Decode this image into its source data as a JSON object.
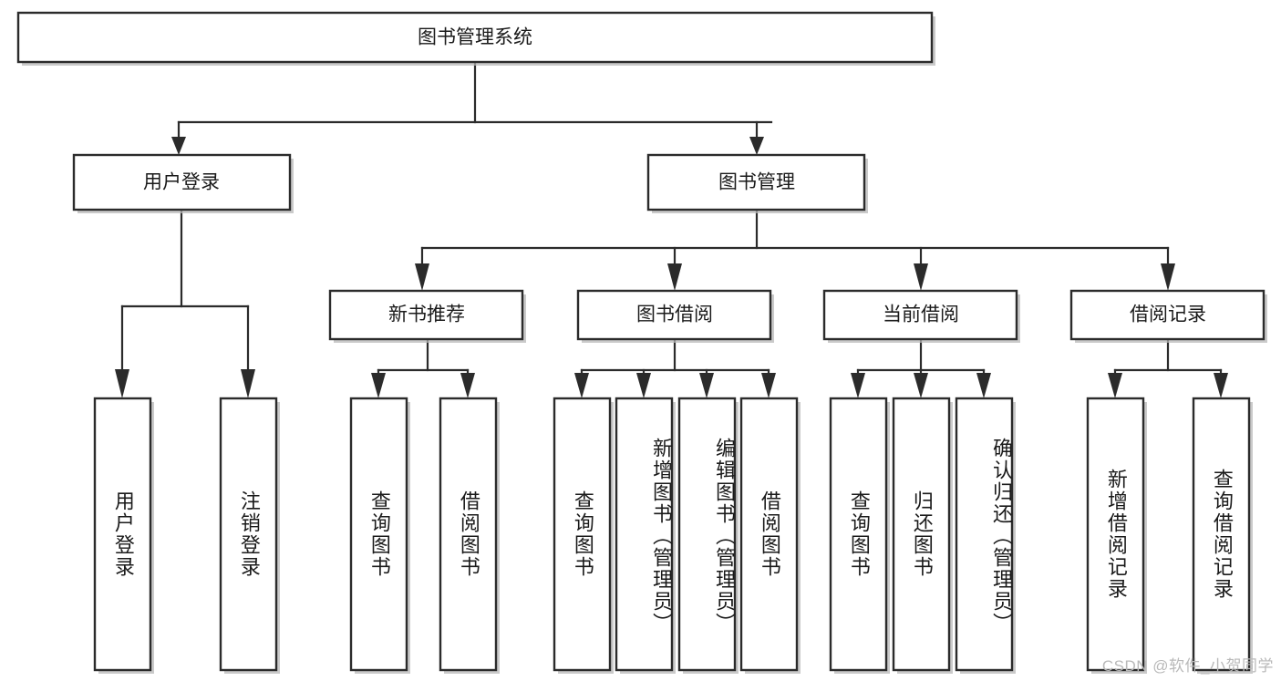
{
  "diagram": {
    "type": "tree",
    "title": "图书管理系统",
    "orientation": "top-down",
    "colors": {
      "box_fill": "#ffffff",
      "box_stroke": "#2b2b2b",
      "link": "#2b2b2b",
      "text": "#1a1a1a",
      "shadow": "#b8b8b8",
      "watermark": "#b9b9b9"
    },
    "root": {
      "id": "root",
      "label": "图书管理系统",
      "orientation": "horizontal"
    },
    "level2": [
      {
        "id": "user-login",
        "label": "用户登录",
        "orientation": "horizontal"
      },
      {
        "id": "book-manage",
        "label": "图书管理",
        "orientation": "horizontal"
      }
    ],
    "level3": [
      {
        "id": "new-book-rec",
        "label": "新书推荐",
        "orientation": "horizontal",
        "parent": "book-manage"
      },
      {
        "id": "book-borrow",
        "label": "图书借阅",
        "orientation": "horizontal",
        "parent": "book-manage"
      },
      {
        "id": "current-borrow",
        "label": "当前借阅",
        "orientation": "horizontal",
        "parent": "book-manage"
      },
      {
        "id": "borrow-record",
        "label": "借阅记录",
        "orientation": "horizontal",
        "parent": "book-manage"
      }
    ],
    "leaves": [
      {
        "id": "leaf-user-login",
        "label": "用户登录",
        "parent": "user-login"
      },
      {
        "id": "leaf-logout-login",
        "label": "注销登录",
        "parent": "user-login"
      },
      {
        "id": "leaf-query-book-1",
        "label": "查询图书",
        "parent": "new-book-rec"
      },
      {
        "id": "leaf-borrow-book-1",
        "label": "借阅图书",
        "parent": "new-book-rec"
      },
      {
        "id": "leaf-query-book-2",
        "label": "查询图书",
        "parent": "book-borrow"
      },
      {
        "id": "leaf-add-book",
        "label": "新增图书（管理员）",
        "parent": "book-borrow"
      },
      {
        "id": "leaf-edit-book",
        "label": "编辑图书（管理员）",
        "parent": "book-borrow"
      },
      {
        "id": "leaf-borrow-book-2",
        "label": "借阅图书",
        "parent": "book-borrow"
      },
      {
        "id": "leaf-query-book-3",
        "label": "查询图书",
        "parent": "current-borrow"
      },
      {
        "id": "leaf-return-book",
        "label": "归还图书",
        "parent": "current-borrow"
      },
      {
        "id": "leaf-confirm-return",
        "label": "确认归还（管理员）",
        "parent": "current-borrow"
      },
      {
        "id": "leaf-add-record",
        "label": "新增借阅记录",
        "parent": "borrow-record"
      },
      {
        "id": "leaf-query-record",
        "label": "查询借阅记录",
        "parent": "borrow-record"
      }
    ]
  },
  "watermark": {
    "text": "CSDN @软件_小贺同学"
  }
}
